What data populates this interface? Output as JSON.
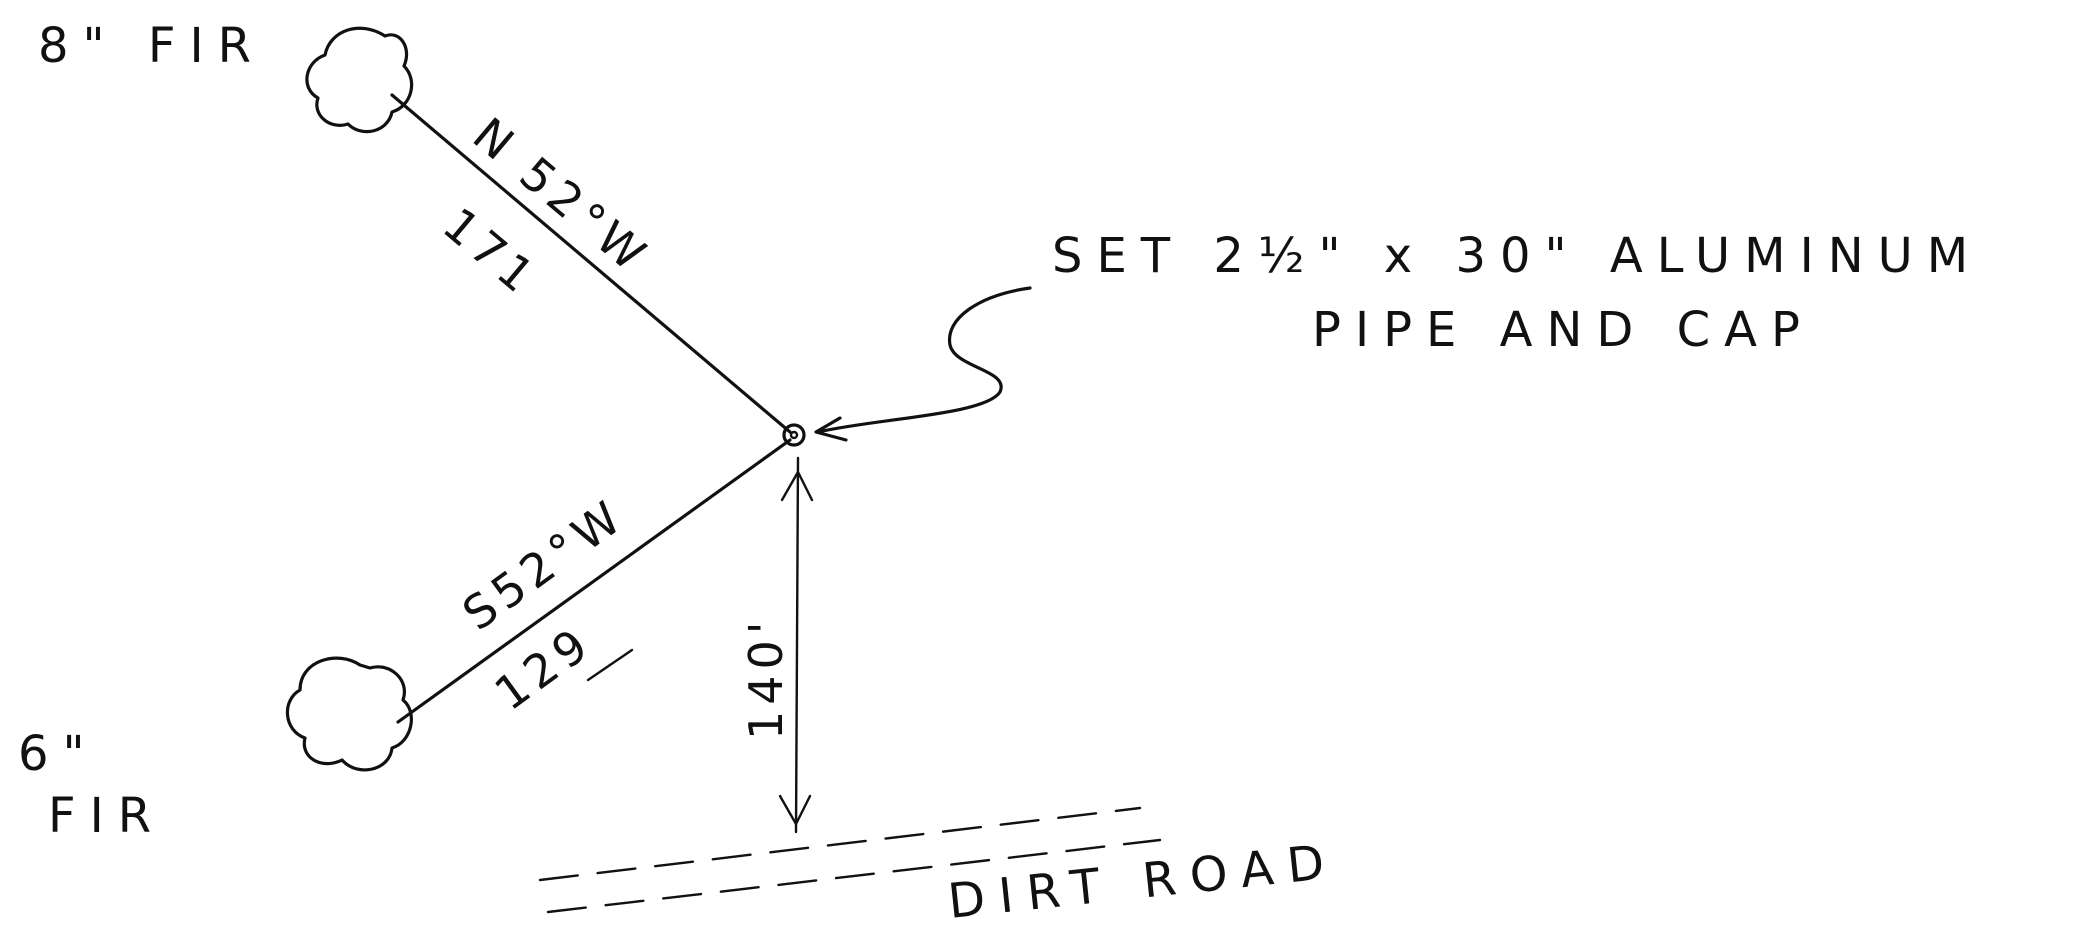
{
  "trees": {
    "top": {
      "label": "8\" FIR"
    },
    "bottom": {
      "label_line1": "6\"",
      "label_line2": "FIR"
    }
  },
  "lines": {
    "to_top_tree": {
      "bearing": "N 52°W",
      "distance": "171"
    },
    "to_bottom_tree": {
      "bearing": "S52°W",
      "distance": "129"
    },
    "to_road": {
      "distance": "140'"
    }
  },
  "monument": {
    "note_line1": "SET  2½\" x 30\"  ALUMINUM",
    "note_line2": "PIPE  AND  CAP"
  },
  "road": {
    "label": "DIRT ROAD"
  },
  "colors": {
    "ink": "#111111",
    "paper": "#ffffff"
  }
}
